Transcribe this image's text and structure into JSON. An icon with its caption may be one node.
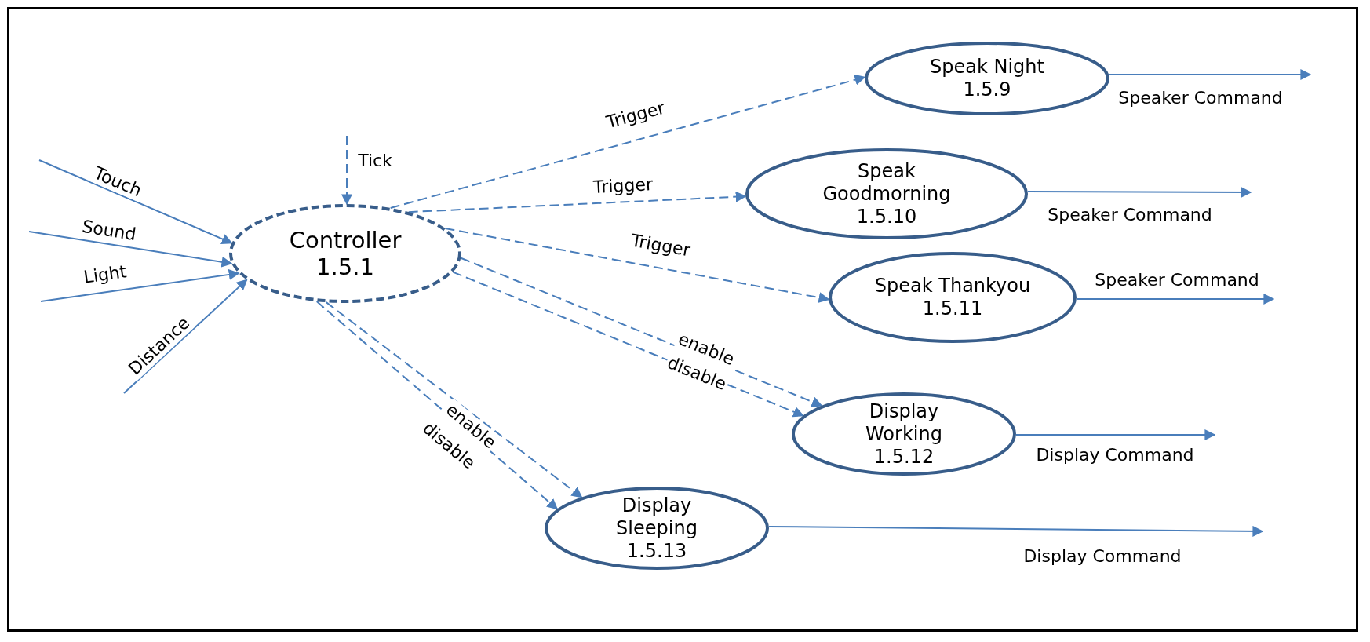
{
  "diagram": {
    "nodes": [
      {
        "text": [
          "Controller",
          "1.5.1"
        ]
      },
      {
        "text": [
          "Speak Night",
          "1.5.9"
        ]
      },
      {
        "text": [
          "Speak Goodmorning",
          "1.5.10"
        ]
      },
      {
        "text": [
          "Speak Thankyou",
          "1.5.11"
        ]
      },
      {
        "text": [
          "Display Working",
          "1.5.12"
        ]
      },
      {
        "text": [
          "Display Sleeping",
          "1.5.13"
        ]
      }
    ],
    "edges": [
      {
        "from": null,
        "to": 0,
        "arrow": "to",
        "label": "Touch"
      },
      {
        "from": null,
        "to": 0,
        "arrow": "to",
        "label": "Sound"
      },
      {
        "from": null,
        "to": 0,
        "arrow": "to",
        "label": "Light"
      },
      {
        "from": null,
        "to": 0,
        "arrow": "to",
        "label": "Distance"
      },
      {
        "from": null,
        "to": 0,
        "arrow": "to",
        "label": "Tick",
        "style": "dashed"
      },
      {
        "from": 0,
        "to": 1,
        "arrow": "to",
        "label": "Trigger",
        "style": "dashed"
      },
      {
        "from": 0,
        "to": 2,
        "arrow": "to",
        "label": "Trigger",
        "style": "dashed"
      },
      {
        "from": 0,
        "to": 3,
        "arrow": "to",
        "label": "Trigger",
        "style": "dashed"
      },
      {
        "from": 0,
        "to": 4,
        "arrow": "to",
        "label": "enable",
        "style": "dashed"
      },
      {
        "from": 0,
        "to": 4,
        "arrow": "to",
        "label": "disable",
        "style": "dashed"
      },
      {
        "from": 0,
        "to": 5,
        "arrow": "to",
        "label": "enable",
        "style": "dashed"
      },
      {
        "from": 0,
        "to": 5,
        "arrow": "to",
        "label": "disable",
        "style": "dashed"
      },
      {
        "from": 1,
        "to": null,
        "arrow": "to",
        "label": "Speaker Command"
      },
      {
        "from": 2,
        "to": null,
        "arrow": "to",
        "label": "Speaker Command"
      },
      {
        "from": 3,
        "to": null,
        "arrow": "to",
        "label": "Speaker Command"
      },
      {
        "from": 4,
        "to": null,
        "arrow": "to",
        "label": "Display Command"
      },
      {
        "from": 5,
        "to": null,
        "arrow": "to",
        "label": "Display Command"
      }
    ]
  }
}
